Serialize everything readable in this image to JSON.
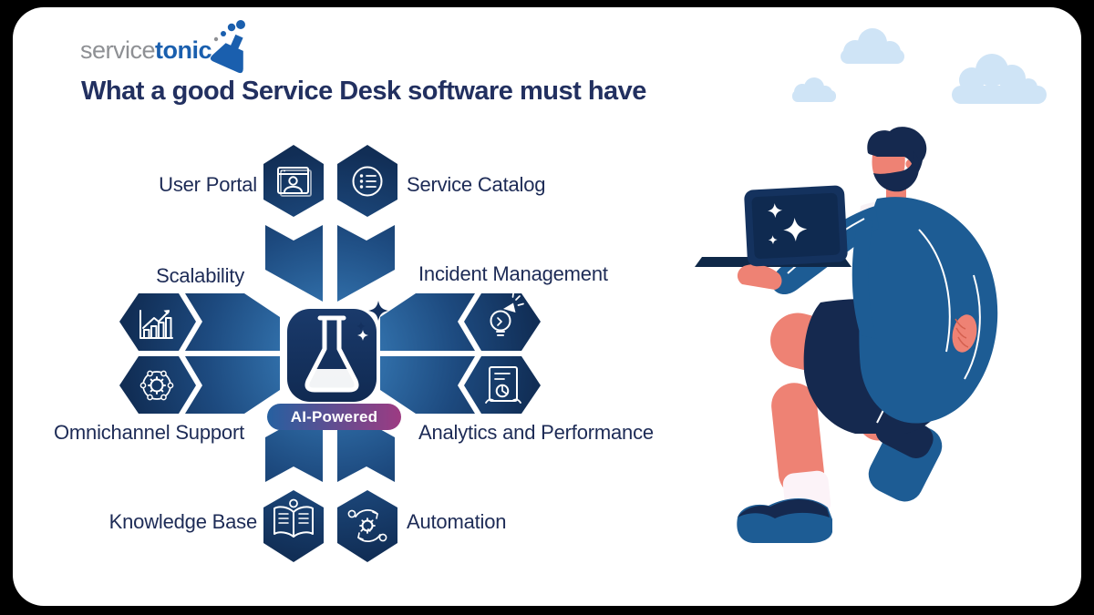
{
  "canvas": {
    "background": "#000000",
    "card_background": "#ffffff"
  },
  "logo": {
    "prefix": "service",
    "suffix": "tonic",
    "prefix_color": "#8e9094",
    "suffix_color": "#1a5fae",
    "icon": "flask-logo-icon"
  },
  "title": {
    "text": "What a good Service Desk software must have",
    "color": "#223060"
  },
  "diagram": {
    "center_icon": "flask-icon",
    "center_badge": {
      "label": "AI-Powered",
      "gradient_left": "#2660a0",
      "gradient_right": "#9d3b82"
    },
    "items": [
      {
        "label": "User Portal",
        "icon": "user-portal-icon",
        "position": "top-left"
      },
      {
        "label": "Service Catalog",
        "icon": "service-catalog-icon",
        "position": "top-right"
      },
      {
        "label": "Scalability",
        "icon": "scalability-icon",
        "position": "middle-left-upper"
      },
      {
        "label": "Incident Management",
        "icon": "incident-management-icon",
        "position": "middle-right-upper"
      },
      {
        "label": "Omnichannel Support",
        "icon": "omnichannel-support-icon",
        "position": "middle-left-lower"
      },
      {
        "label": "Analytics and Performance",
        "icon": "analytics-performance-icon",
        "position": "middle-right-lower"
      },
      {
        "label": "Knowledge Base",
        "icon": "knowledge-base-icon",
        "position": "bottom-left"
      },
      {
        "label": "Automation",
        "icon": "automation-icon",
        "position": "bottom-right"
      }
    ],
    "colors": {
      "arm_inner": "#3f80ba",
      "arm_outer": "#0c2140",
      "label_color": "#1d2b56",
      "icon_color": "#ffffff"
    }
  },
  "illustration": {
    "subject": "man-holding-laptop-with-sparkles",
    "colors": {
      "skin": "#ee8274",
      "navy": "#15294f",
      "jacket_blue": "#1d5c94",
      "shirt": "#f8f2f5",
      "sock": "#fcf3f8",
      "cloud": "#cfe4f6"
    }
  }
}
